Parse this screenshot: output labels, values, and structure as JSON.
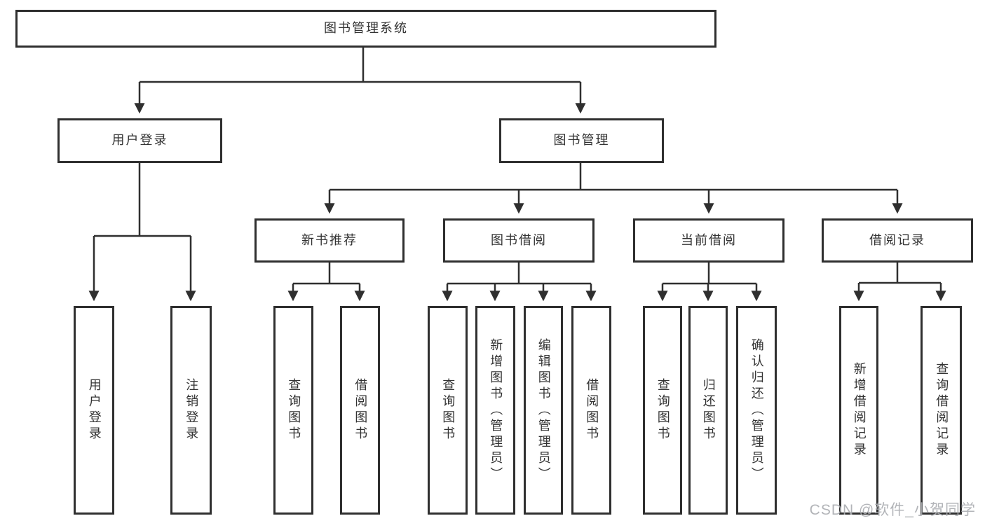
{
  "diagram": {
    "title": "图书管理系统",
    "children": [
      {
        "label": "用户登录",
        "children": [
          {
            "label": "用户登录"
          },
          {
            "label": "注销登录"
          }
        ]
      },
      {
        "label": "图书管理",
        "children": [
          {
            "label": "新书推荐",
            "children": [
              {
                "label": "查询图书"
              },
              {
                "label": "借阅图书"
              }
            ]
          },
          {
            "label": "图书借阅",
            "children": [
              {
                "label": "查询图书"
              },
              {
                "label": "新增图书（管理员）"
              },
              {
                "label": "编辑图书（管理员）"
              },
              {
                "label": "借阅图书"
              }
            ]
          },
          {
            "label": "当前借阅",
            "children": [
              {
                "label": "查询图书"
              },
              {
                "label": "归还图书"
              },
              {
                "label": "确认归还（管理员）"
              }
            ]
          },
          {
            "label": "借阅记录",
            "children": [
              {
                "label": "新增借阅记录"
              },
              {
                "label": "查询借阅记录"
              }
            ]
          }
        ]
      }
    ]
  },
  "watermark": {
    "text": "CSDN @软件_小贺同学"
  },
  "colors": {
    "box_border": "#2f2f2f",
    "line": "#333333",
    "text": "#333333",
    "watermark": "#aaacb0",
    "background": "#ffffff"
  }
}
